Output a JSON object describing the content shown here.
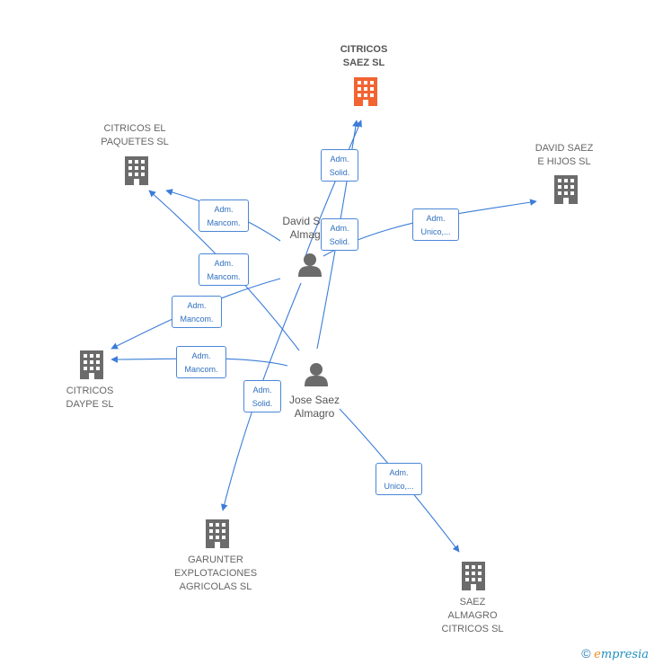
{
  "companies": {
    "citricos_saez": {
      "label": "CITRICOS\nSAEZ  SL",
      "color": "#f26432"
    },
    "citricos_el_paquetes": {
      "label": "CITRICOS EL\nPAQUETES SL",
      "color": "#6b6b6b"
    },
    "david_saez_hijos": {
      "label": "DAVID SAEZ\nE HIJOS  SL",
      "color": "#6b6b6b"
    },
    "citricos_daype": {
      "label": "CITRICOS\nDAYPE SL",
      "color": "#6b6b6b"
    },
    "garunter": {
      "label": "GARUNTER\nEXPLOTACIONES\nAGRICOLAS  SL",
      "color": "#6b6b6b"
    },
    "saez_almagro": {
      "label": "SAEZ\nALMAGRO\nCITRICOS  SL",
      "color": "#6b6b6b"
    }
  },
  "persons": {
    "david": {
      "label": "David Saez\nAlmagro",
      "color": "#6b6b6b"
    },
    "jose": {
      "label": "Jose Saez\nAlmagro",
      "color": "#6b6b6b"
    }
  },
  "edges": {
    "david_saez": "Adm.\nSolid.",
    "jose_saez": "Adm.\nSolid.",
    "david_hijos": "Adm.\nUnico,...",
    "david_paquetes": "Adm.\nMancom.",
    "jose_paquetes": "Adm.\nMancom.",
    "david_daype": "Adm.\nMancom.",
    "jose_daype": "Adm.\nMancom.",
    "david_garunter": "Adm.\nSolid.",
    "jose_saez_almagro": "Adm.\nUnico,..."
  },
  "colors": {
    "edge": "#3b7dd8",
    "accent": "#f26432"
  },
  "footer": {
    "copyright": "©",
    "brand": "mpresia",
    "brand_initial": "e"
  }
}
